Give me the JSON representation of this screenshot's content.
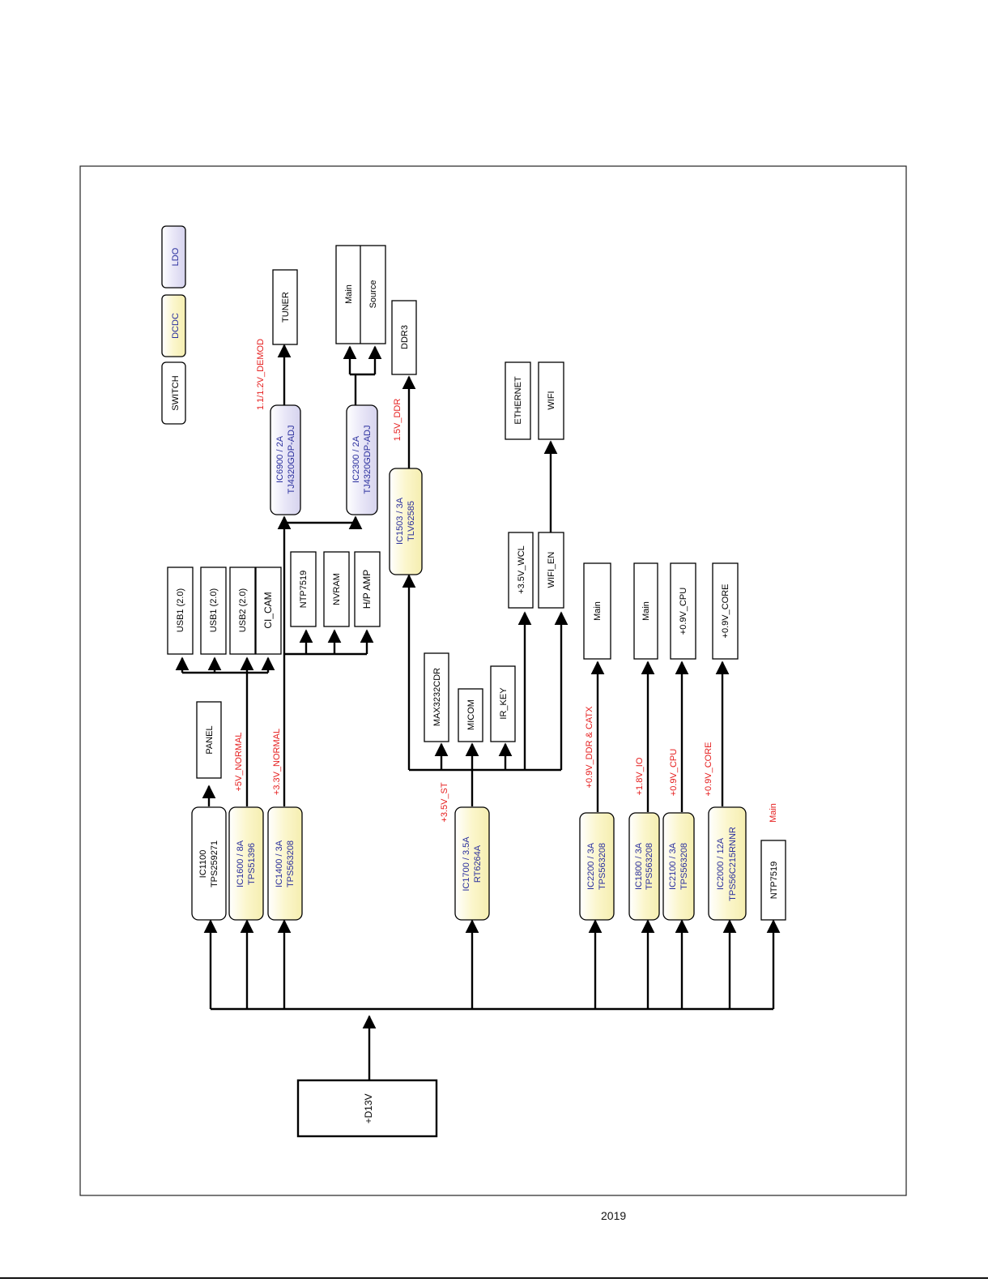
{
  "legend": {
    "switch": "SWITCH",
    "dcdc": "DCDC",
    "ldo": "LDO"
  },
  "source": "+D13V",
  "regulators": {
    "ic1100": [
      "IC1100",
      "TPS259271"
    ],
    "ic1600": [
      "IC1600 / 8A",
      "TPS51396"
    ],
    "ic1400": [
      "IC1400 / 3A",
      "TPS563208"
    ],
    "ic1700": [
      "IC1700 / 3.5A",
      "RT6264A"
    ],
    "ic2200": [
      "IC2200 / 3A",
      "TPS563208"
    ],
    "ic1800": [
      "IC1800 / 3A",
      "TPS563208"
    ],
    "ic2100": [
      "IC2100 / 3A",
      "TPS563208"
    ],
    "ic2000": [
      "IC2000 / 12A",
      "TPS56C215RNNR"
    ],
    "ic6900": [
      "IC6900 / 2A",
      "TJ4320GDP-ADJ"
    ],
    "ic2300": [
      "IC2300 / 2A",
      "TJ4320GDP-ADJ"
    ],
    "ic1503": [
      "IC1503 / 3A",
      "TLV62585"
    ]
  },
  "rails": {
    "r5v_normal": "+5V_NORMAL",
    "r33v_normal": "+3.3V_NORMAL",
    "r35v_st": "+3.5V_ST",
    "r09v_ddr_catx": "+0.9V_DDR & CATX",
    "r18v_io": "+1.8V_IO",
    "r09v_cpu": "+0.9V_CPU",
    "r09v_core": "+0.9V_CORE",
    "r11_12v_demod": "1.1/1.2V_DEMOD",
    "r15v_ddr": "1.5V_DDR",
    "main_note": "Main"
  },
  "loads": {
    "ntp7519_bottom": "NTP7519",
    "panel": "PANEL",
    "usb1a": "USB1 (2.0)",
    "usb1b": "USB1 (2.0)",
    "usb2": "USB2 (2.0)",
    "ci_cam": "CI_CAM",
    "ntp7519_top": "NTP7519",
    "nvram": "NVRAM",
    "hp_amp": "H/P AMP",
    "tuner": "TUNER",
    "main_top": "Main",
    "source_top": "Source",
    "ddr3": "DDR3",
    "max3232": "MAX3232CDR",
    "micom": "MICOM",
    "ir_key": "IR_KEY",
    "wcl": "+3.5V_WCL",
    "wifi_en": "WIFI_EN",
    "ethernet": "ETHERNET",
    "wifi": "WIFI",
    "main_ddr": "Main",
    "main_io": "Main",
    "v09_cpu": "+0.9V_CPU",
    "v09_core": "+0.9V_CORE"
  },
  "footer": {
    "year": "2019"
  },
  "colors": {
    "dcdc_fill": "#fbf7d4",
    "ldo_fill": "#e6e4f6",
    "rail_text": "#e51e1e",
    "ic_text": "#2a2f9e",
    "line": "#000000"
  }
}
